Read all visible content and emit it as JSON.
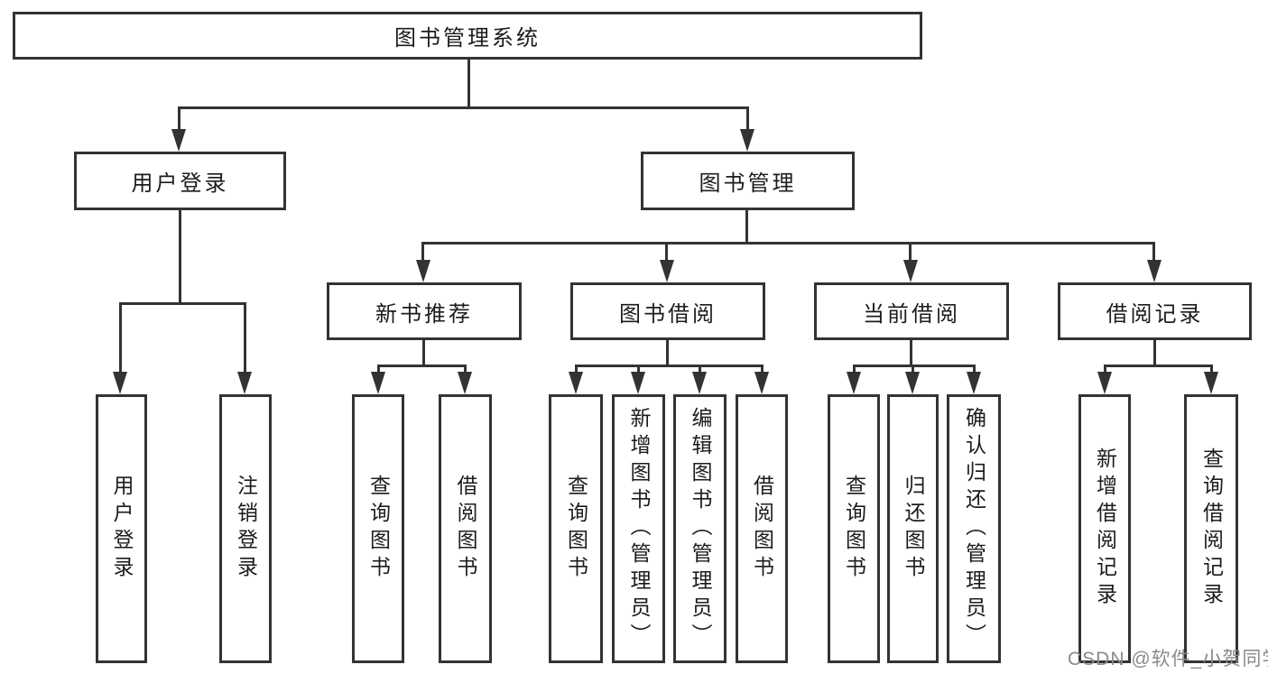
{
  "root": {
    "label": "图书管理系统"
  },
  "branches": [
    {
      "label": "用户登录",
      "children": [
        {
          "label": "用户登录"
        },
        {
          "label": "注销登录"
        }
      ]
    },
    {
      "label": "图书管理",
      "children": [
        {
          "label": "新书推荐",
          "children": [
            {
              "label": "查询图书"
            },
            {
              "label": "借阅图书"
            }
          ]
        },
        {
          "label": "图书借阅",
          "children": [
            {
              "label": "查询图书"
            },
            {
              "label": "新增图书（管理员）"
            },
            {
              "label": "编辑图书（管理员）"
            },
            {
              "label": "借阅图书"
            }
          ]
        },
        {
          "label": "当前借阅",
          "children": [
            {
              "label": "查询图书"
            },
            {
              "label": "归还图书"
            },
            {
              "label": "确认归还（管理员）"
            }
          ]
        },
        {
          "label": "借阅记录",
          "children": [
            {
              "label": "新增借阅记录"
            },
            {
              "label": "查询借阅记录"
            }
          ]
        }
      ]
    }
  ],
  "watermark": "CSDN @软件_小贺同学",
  "colors": {
    "line": "#333333",
    "text": "#1c1c1c",
    "watermark": "#8a8a8a",
    "background": "#ffffff"
  }
}
